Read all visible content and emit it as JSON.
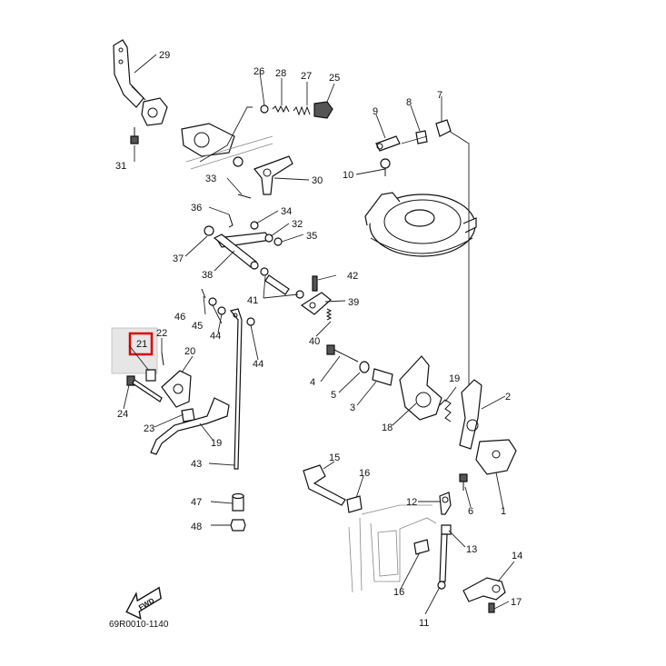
{
  "diagram": {
    "drawing_code": "69R0010-1140",
    "fwd_label": "FWD",
    "highlight_color": "#e00000",
    "highlight_shade": "#e6e6e6",
    "highlighted_part": "22",
    "part_numbers": [
      "1",
      "2",
      "3",
      "4",
      "5",
      "6",
      "7",
      "8",
      "9",
      "10",
      "11",
      "12",
      "13",
      "14",
      "15",
      "16",
      "16",
      "17",
      "18",
      "19",
      "20",
      "21",
      "22",
      "23",
      "24",
      "25",
      "26",
      "27",
      "28",
      "29",
      "30",
      "31",
      "32",
      "33",
      "34",
      "35",
      "35",
      "36",
      "37",
      "38",
      "39",
      "40",
      "41",
      "42",
      "43",
      "44",
      "44",
      "45",
      "46",
      "47",
      "48"
    ]
  }
}
